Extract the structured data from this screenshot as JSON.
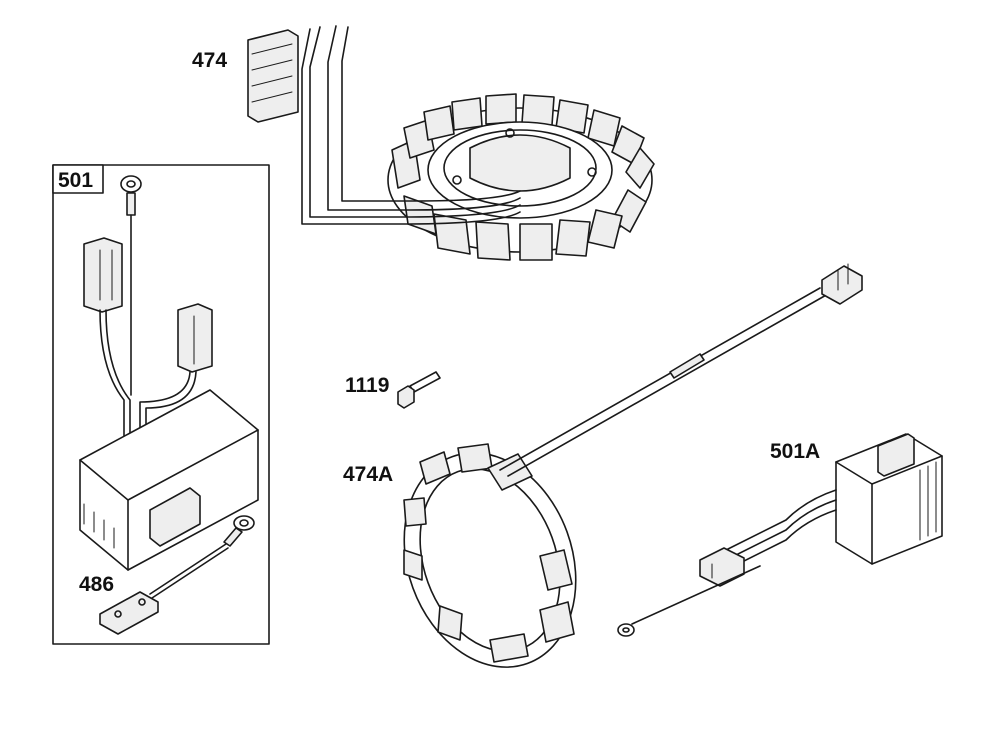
{
  "labels": {
    "stator_474": "474",
    "regulator_box_501": "501",
    "ground_wire_486": "486",
    "bolt_1119": "1119",
    "stator_474A": "474A",
    "regulator_501A": "501A"
  }
}
